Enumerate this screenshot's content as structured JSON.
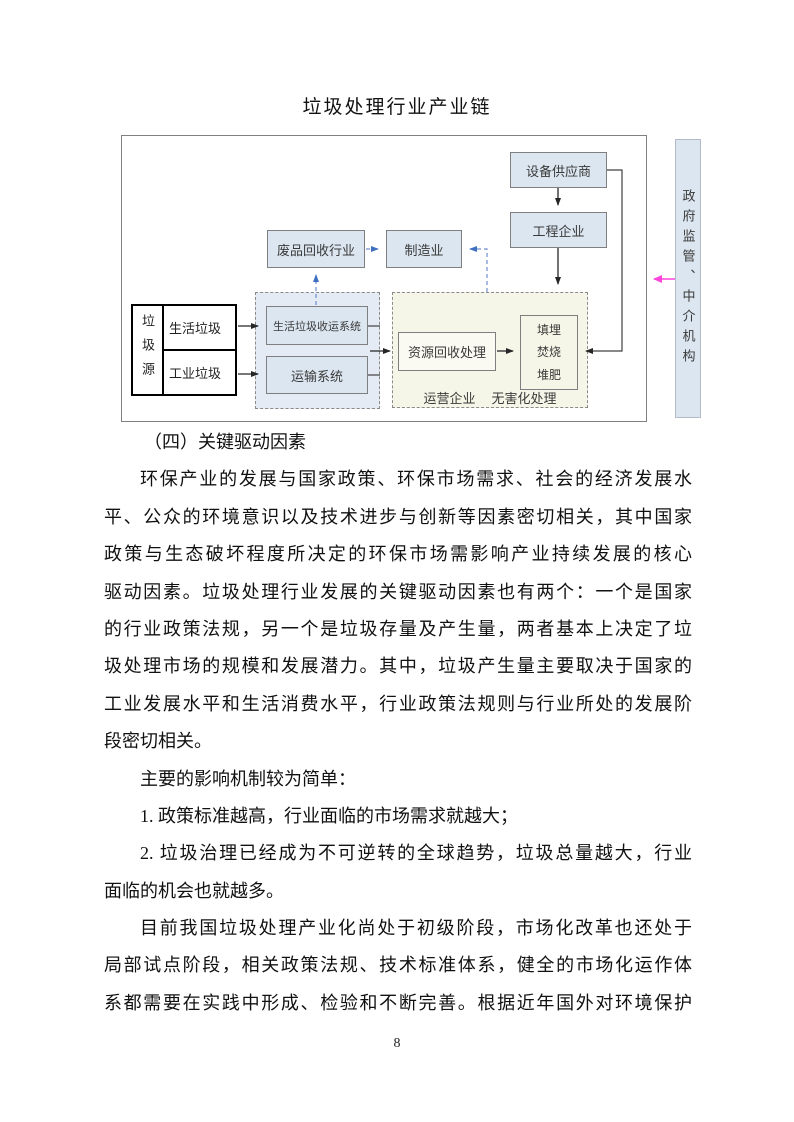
{
  "page": {
    "number": "8"
  },
  "diagram": {
    "title": "垃圾处理行业产业链",
    "colors": {
      "box_fill": "#dce6f0",
      "yellow_region_fill": "#f6f6e8",
      "dashed_arrow_blue": "#3e6fc1",
      "regulator_arrow_pink": "#ff44dd"
    },
    "boxes": {
      "equipment_supplier": "设备供应商",
      "engineering_enterprise": "工程企业",
      "recycling_industry": "废品回收行业",
      "manufacturing": "制造业",
      "waste_source": "垃圾源",
      "domestic_waste": "生活垃圾",
      "industrial_waste": "工业垃圾",
      "collection_system": "生活垃圾收运系统",
      "transport_system": "运输系统",
      "resource_recovery": "资源回收处理",
      "landfill": "填埋",
      "incineration": "焚烧",
      "composting": "堆肥",
      "operator_label": "运营企业",
      "harmless_label": "无害化处理",
      "regulator": "政府监管、中介机构"
    }
  },
  "content": {
    "heading": "（四）关键驱动因素",
    "paragraph1": [
      "环保产业的发展与国家政策、环保市场需求、社会的经济发展水",
      "平、公众的环境意识以及技术进步与创新等因素密切相关，其中国家",
      "政策与生态破坏程度所决定的环保市场需影响产业持续发展的核心",
      "驱动因素。垃圾处理行业发展的关键驱动因素也有两个：一个是国家",
      "的行业政策法规，另一个是垃圾存量及产生量，两者基本上决定了垃",
      "圾处理市场的规模和发展潜力。其中，垃圾产生量主要取决于国家的",
      "工业发展水平和生活消费水平，行业政策法规则与行业所处的发展阶",
      "段密切相关。"
    ],
    "paragraph2": "主要的影响机制较为简单：",
    "list_item1": "1. 政策标准越高，行业面临的市场需求就越大；",
    "list_item2": [
      "2. 垃圾治理已经成为不可逆转的全球趋势，垃圾总量越大，行业",
      "面临的机会也就越多。"
    ],
    "paragraph3": [
      "目前我国垃圾处理产业化尚处于初级阶段，市场化改革也还处于",
      "局部试点阶段，相关政策法规、技术标准体系，健全的市场化运作体",
      "系都需要在实践中形成、检验和不断完善。根据近年国外对环境保护"
    ]
  }
}
